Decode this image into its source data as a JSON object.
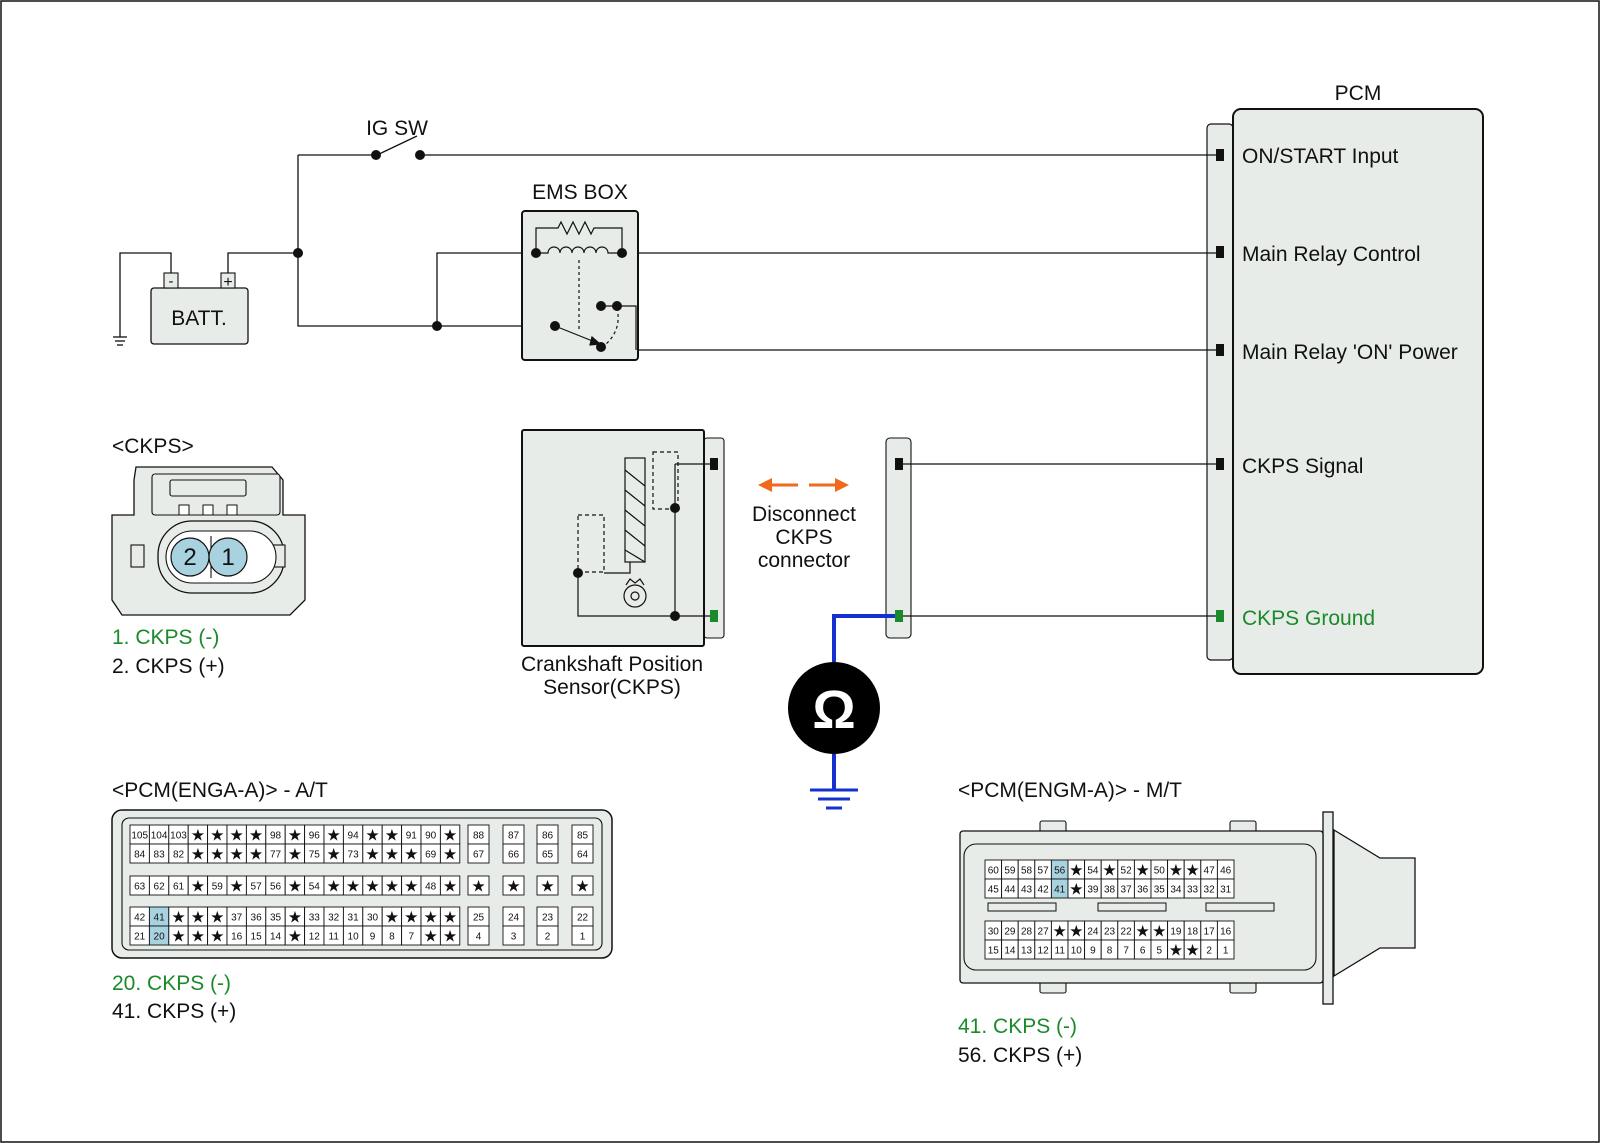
{
  "labels": {
    "ig_sw": "IG SW",
    "ems_box": "EMS BOX",
    "batt": "BATT.",
    "batt_minus": "-",
    "batt_plus": "+",
    "pcm": "PCM",
    "on_start": "ON/START Input",
    "main_relay_control": "Main Relay Control",
    "main_relay_on": "Main Relay 'ON' Power",
    "ckps_signal": "CKPS Signal",
    "ckps_ground": "CKPS Ground",
    "ckps_header": "<CKPS>",
    "ckps_pin1_num": "1",
    "ckps_pin2_num": "2",
    "ckps_pin1": "1. CKPS (-)",
    "ckps_pin2": "2. CKPS (+)",
    "sensor_line1": "Crankshaft Position",
    "sensor_line2": "Sensor(CKPS)",
    "disconnect1": "Disconnect",
    "disconnect2": "CKPS",
    "disconnect3": "connector",
    "ohm_symbol": "Ω",
    "enga_header": "<PCM(ENGA-A)> - A/T",
    "enga_pin20": "20. CKPS (-)",
    "enga_pin41": "41. CKPS (+)",
    "engm_header": "<PCM(ENGM-A)> - M/T",
    "engm_pin41": "41. CKPS (-)",
    "engm_pin56": "56. CKPS (+)"
  },
  "enga_rows": [
    [
      "105",
      "104",
      "103",
      "*",
      "*",
      "*",
      "*",
      "98",
      "*",
      "96",
      "*",
      "94",
      "*",
      "*",
      "91",
      "90",
      "*"
    ],
    [
      "84",
      "83",
      "82",
      "*",
      "*",
      "*",
      "*",
      "77",
      "*",
      "75",
      "*",
      "73",
      "*",
      "*",
      "*",
      "69",
      "*"
    ],
    [
      "63",
      "62",
      "61",
      "*",
      "59",
      "*",
      "57",
      "56",
      "*",
      "54",
      "*",
      "*",
      "*",
      "*",
      "*",
      "48",
      "*"
    ],
    [
      "42",
      "41",
      "*",
      "*",
      "*",
      "37",
      "36",
      "35",
      "*",
      "33",
      "32",
      "31",
      "30",
      "*",
      "*",
      "*",
      "*"
    ],
    [
      "21",
      "20",
      "*",
      "*",
      "*",
      "16",
      "15",
      "14",
      "*",
      "12",
      "11",
      "10",
      "9",
      "8",
      "7",
      "*",
      "*"
    ]
  ],
  "enga_side_rows": [
    [
      "88",
      "87",
      "86",
      "85"
    ],
    [
      "67",
      "66",
      "65",
      "64"
    ],
    [
      "*",
      "*",
      "*",
      "*"
    ],
    [
      "25",
      "24",
      "23",
      "22"
    ],
    [
      "4",
      "3",
      "2",
      "1"
    ]
  ],
  "engm_rows": [
    [
      "60",
      "59",
      "58",
      "57",
      "56",
      "*",
      "54",
      "*",
      "52",
      "*",
      "50",
      "*",
      "*",
      "47",
      "46"
    ],
    [
      "45",
      "44",
      "43",
      "42",
      "41",
      "*",
      "39",
      "38",
      "37",
      "36",
      "35",
      "34",
      "33",
      "32",
      "31"
    ],
    [
      "30",
      "29",
      "28",
      "27",
      "*",
      "*",
      "24",
      "23",
      "22",
      "*",
      "*",
      "19",
      "18",
      "17",
      "16"
    ],
    [
      "15",
      "14",
      "13",
      "12",
      "11",
      "10",
      "9",
      "8",
      "7",
      "6",
      "5",
      "*",
      "*",
      "2",
      "1"
    ]
  ],
  "colors": {
    "ground_green": "#1a8a2a",
    "meter_lead": "#1630d0",
    "arrow": "#ef6a1a",
    "highlight": "#a9d2e0",
    "connector_fill": "#e8ece9"
  }
}
